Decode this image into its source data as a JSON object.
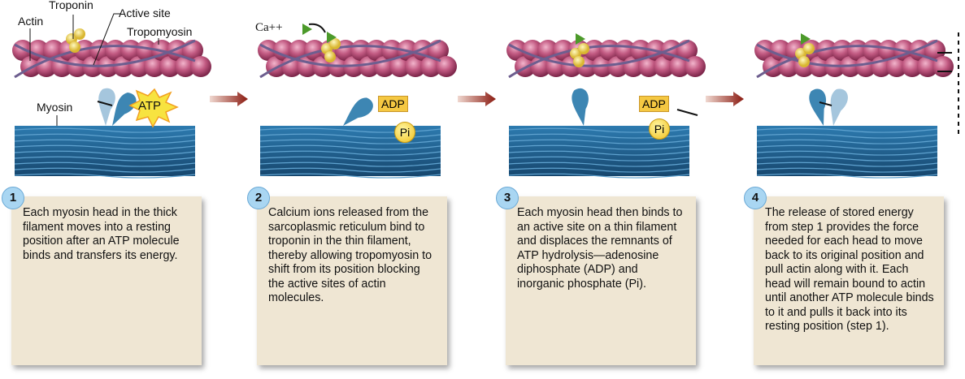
{
  "labels": {
    "actin": "Actin",
    "troponin": "Troponin",
    "active_site": "Active site",
    "tropomyosin": "Tropomyosin",
    "myosin": "Myosin",
    "calcium": "Ca++",
    "atp": "ATP",
    "adp": "ADP",
    "pi": "Pi",
    "plus": "+"
  },
  "steps": [
    {
      "number": "1",
      "text": "Each myosin head in the thick filament moves into a resting position after an ATP molecule binds and transfers its energy."
    },
    {
      "number": "2",
      "text": "Calcium ions released from the sarcoplasmic reticulum bind to troponin in the thin filament, thereby allowing tropomyosin to shift from its position blocking the active sites of actin molecules."
    },
    {
      "number": "3",
      "text": "Each myosin head then binds to an active site on a thin filament and displaces the remnants of ATP hydrolysis—adenosine diphosphate (ADP) and inorganic phosphate (Pi)."
    },
    {
      "number": "4",
      "text": "The release of stored energy from step 1 provides the force needed for each head to move back to its original position and pull actin along with it.  Each head will remain bound to actin until another ATP molecule binds to it and pulls it back into its resting position (step 1)."
    }
  ],
  "colors": {
    "actin": "#b24a72",
    "thick": "#1f5f8f",
    "box": "#efe6d3",
    "arrow": "#8a1a10",
    "badge": "#a9d6f2"
  }
}
